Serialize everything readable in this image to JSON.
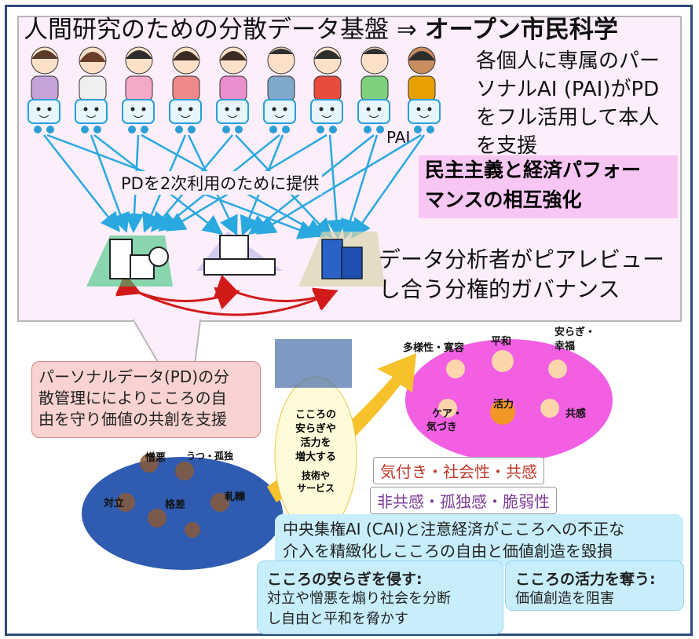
{
  "title": {
    "main": "人間研究のための分散データ基盤 ⇒ ",
    "bold": "オープン市民科学"
  },
  "pai_desc": [
    "各個人に専属のパー",
    "ソナルAI (PAI)がPD",
    "をフル活用して本人",
    "を支援"
  ],
  "pai_label": "PAI",
  "pd_provide": "PDを2次利用のために提供",
  "democracy": [
    "民主主義と経済パフォー",
    "マンスの相互強化"
  ],
  "analyst": [
    "データ分析者がピアレビュー",
    "し合う分権的ガバナンス"
  ],
  "callout_pd": [
    "パーソナルデータ(PD)の分",
    "散管理にによりこころの自",
    "由を守り価値の共創を支援"
  ],
  "center_text": [
    "こころの",
    "安らぎや",
    "活力を",
    "増大する"
  ],
  "center_sub": [
    "技術や",
    "サービス"
  ],
  "tag_positive": "気付き・社会性・共感",
  "tag_negative": "非共感・孤独感・脆弱性",
  "positive_labels": {
    "diversity": "多様性・寛容",
    "peace": "平和",
    "wellbeing_1": "安らぎ・",
    "wellbeing_2": "幸福",
    "care_1": "ケア・",
    "care_2": "気づき",
    "vitality": "活力",
    "empathy": "共感"
  },
  "negative_labels": {
    "hatred": "憎悪",
    "depression": "うつ・孤独",
    "conflict": "対立",
    "disparity": "格差",
    "friction": "軋轢"
  },
  "cai_box": [
    "中央集権AI (CAI)と注意経済がこころへの不正な",
    "介入を精緻化しこころの自由と価値創造を毀損"
  ],
  "box_peace": {
    "title": "こころの安らぎを侵す:",
    "lines": [
      "対立や憎悪を煽り社会を分断",
      "し自由と平和を脅かす"
    ]
  },
  "box_vitality": {
    "title": "こころの活力を奪う:",
    "line": "価値創造を阻害"
  },
  "colors": {
    "frame": "#2e4a7d",
    "upper_bg": "#fdeefb",
    "arrow_blue": "#29a9df",
    "arrow_red": "#d21a1a",
    "pink_box": "#f7c6f3",
    "callout": "#f9d3d1",
    "blue_box": "#c8eefc",
    "tag_positive_text": "#c0392b",
    "tag_negative_text": "#7d3c98",
    "positive_ellipse": "#f25fe2",
    "negative_ellipse": "#2f5bb0",
    "center_ellipse": "#fffbd9",
    "yellow_arrow": "#f6c12b"
  },
  "icons": {
    "people": "person-illustration",
    "robots": "pai-robot-icon",
    "buildings": "institution-building-icon"
  }
}
